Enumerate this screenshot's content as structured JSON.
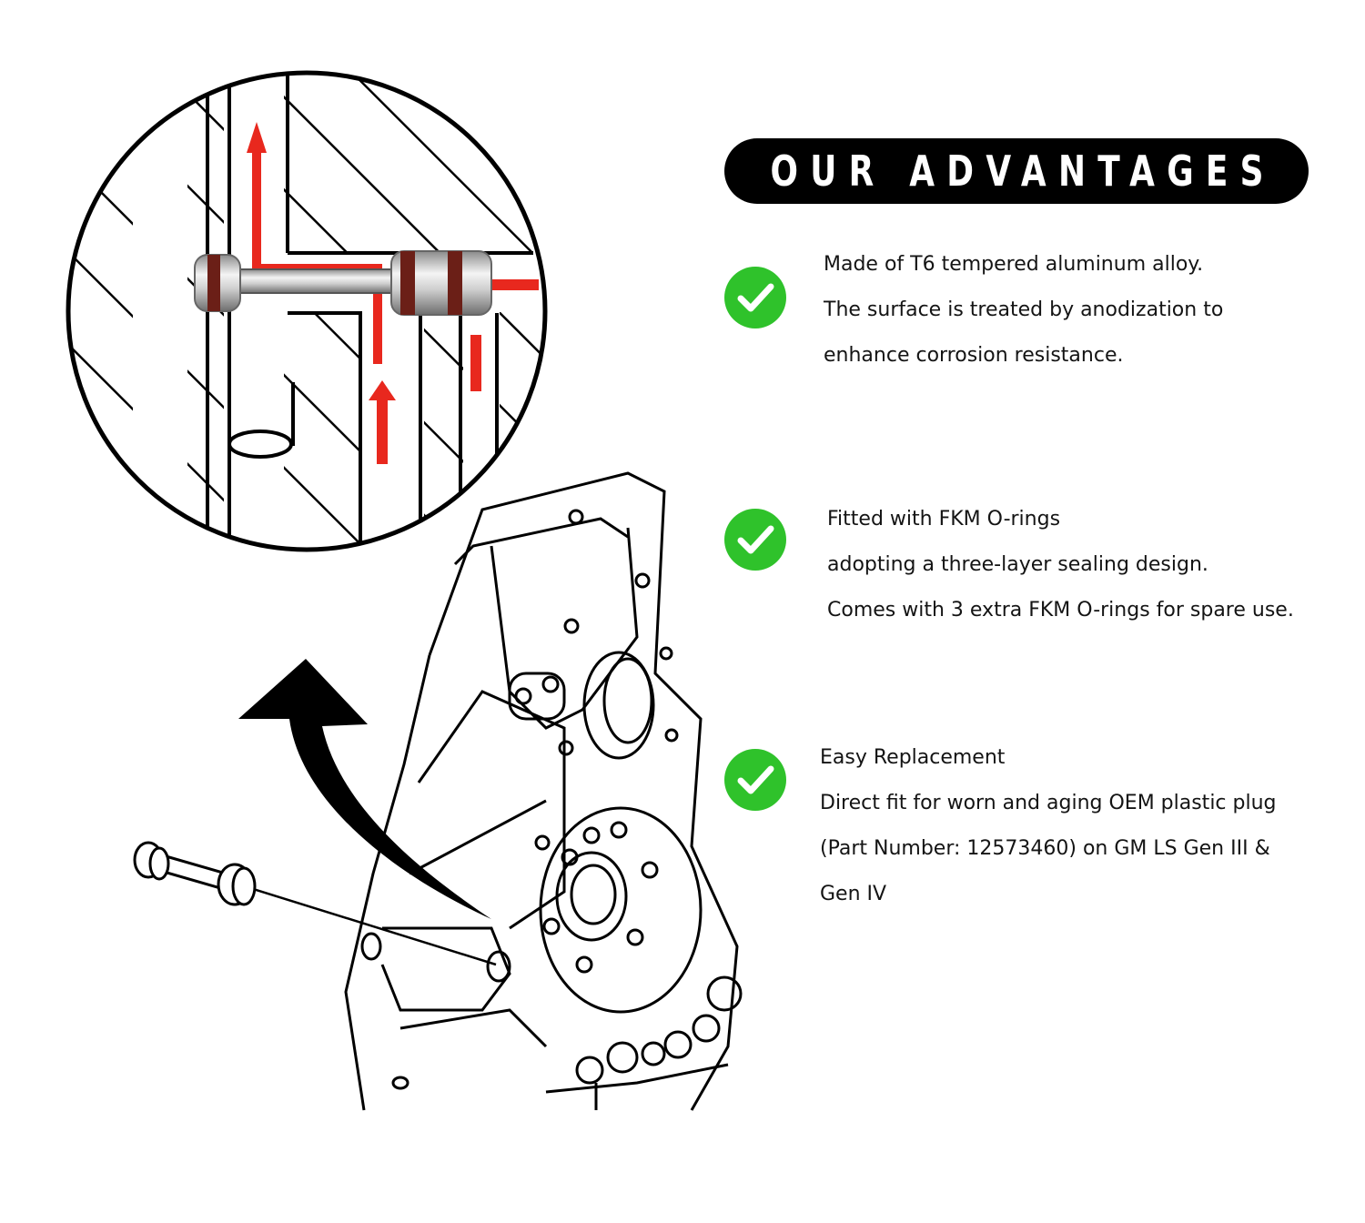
{
  "heading": "OUR ADVANTAGES",
  "colors": {
    "check_green": "#2fc22b",
    "flow_arrow_red": "#e8281e",
    "banner_bg": "#000000",
    "oring_brown": "#6b1f17"
  },
  "icons": [
    "check-circle-icon",
    "curved-arrow-icon"
  ],
  "advantages": [
    {
      "icon": "check-circle-icon",
      "lines": [
        "Made of T6 tempered aluminum alloy.",
        "The surface is treated by anodization to",
        "enhance corrosion resistance."
      ]
    },
    {
      "icon": "check-circle-icon",
      "lines": [
        "Fitted with FKM O-rings",
        "adopting a three-layer sealing design.",
        "Comes with 3 extra FKM O-rings for spare use."
      ]
    },
    {
      "icon": "check-circle-icon",
      "lines": [
        "Easy Replacement",
        "Direct fit for worn and aging OEM plastic plug",
        "(Part Number: 12573460) on GM LS Gen III &",
        "Gen IV"
      ]
    }
  ]
}
